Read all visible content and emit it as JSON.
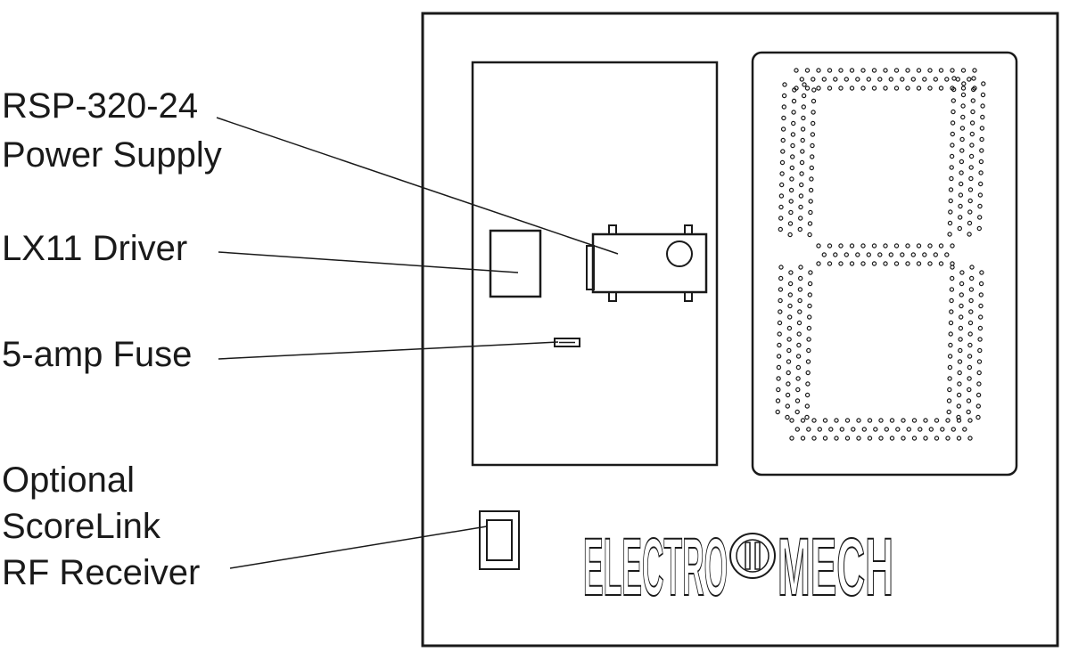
{
  "callouts": {
    "power_supply": {
      "line1": "RSP-320-24",
      "line2": "Power Supply"
    },
    "driver": {
      "label": "LX11 Driver"
    },
    "fuse": {
      "label": "5-amp Fuse"
    },
    "receiver": {
      "line1": "Optional",
      "line2": "ScoreLink",
      "line3": "RF Receiver"
    }
  },
  "logo": {
    "part1": "ELECTRO",
    "part2": "MECH"
  },
  "colors": {
    "ink": "#1a1a1a",
    "background": "#ffffff"
  },
  "digit": {
    "shows": "8",
    "icon": "seven-segment-dot-matrix"
  }
}
